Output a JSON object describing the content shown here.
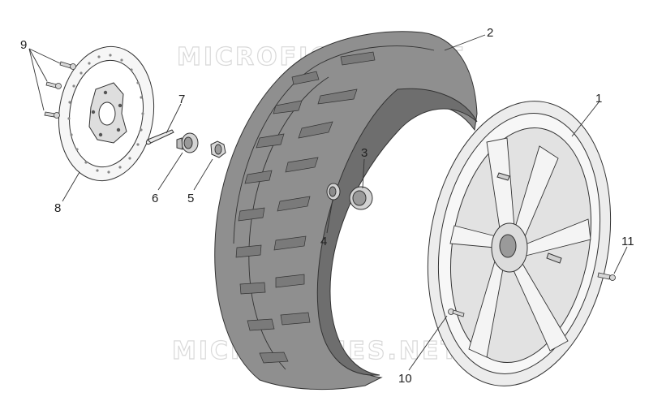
{
  "watermark": {
    "text": "MICROFICHES.NET"
  },
  "callouts": [
    {
      "id": "1",
      "label": "1",
      "part": "wheel-rim"
    },
    {
      "id": "2",
      "label": "2",
      "part": "tyre"
    },
    {
      "id": "3",
      "label": "3",
      "part": "bearing"
    },
    {
      "id": "4",
      "label": "4",
      "part": "spacer-ring"
    },
    {
      "id": "5",
      "label": "5",
      "part": "nut"
    },
    {
      "id": "6",
      "label": "6",
      "part": "castle-nut"
    },
    {
      "id": "7",
      "label": "7",
      "part": "split-pin"
    },
    {
      "id": "8",
      "label": "8",
      "part": "brake-disc"
    },
    {
      "id": "9",
      "label": "9",
      "part": "disc-screws"
    },
    {
      "id": "10",
      "label": "10",
      "part": "rim-screw"
    },
    {
      "id": "11",
      "label": "11",
      "part": "valve-screw"
    }
  ],
  "colors": {
    "tyre_fill": "#8f8f8f",
    "tyre_dark": "#6e6e6e",
    "rim_fill": "#ececec",
    "line": "#333333",
    "watermark": "#d9d9d9"
  }
}
